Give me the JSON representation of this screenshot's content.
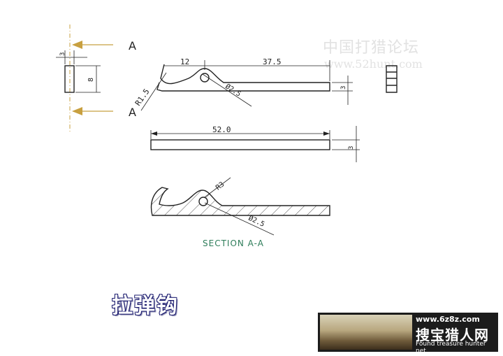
{
  "drawing": {
    "title": "拉弹钩",
    "section_label": "SECTION A-A",
    "view_markers": {
      "top": "A",
      "bottom": "A"
    },
    "dimensions": {
      "small_width": "3",
      "height": "8",
      "hook_length": "12",
      "hole_to_end": "37.5",
      "thickness_front": "3",
      "radius_small": "R1.5",
      "hole_diameter_top": "Ø2.5",
      "total_length": "52.0",
      "thickness_bottom": "3",
      "radius_section": "R3",
      "hole_diameter_section": "Ø2.5"
    }
  },
  "watermark": {
    "line1": "中国打猎论坛",
    "line2": "www.52hunt.com"
  },
  "banner": {
    "url": "www.6z8z.com",
    "logo": "搜宝猎人网",
    "subtitle": "Found treasure hunter net"
  }
}
